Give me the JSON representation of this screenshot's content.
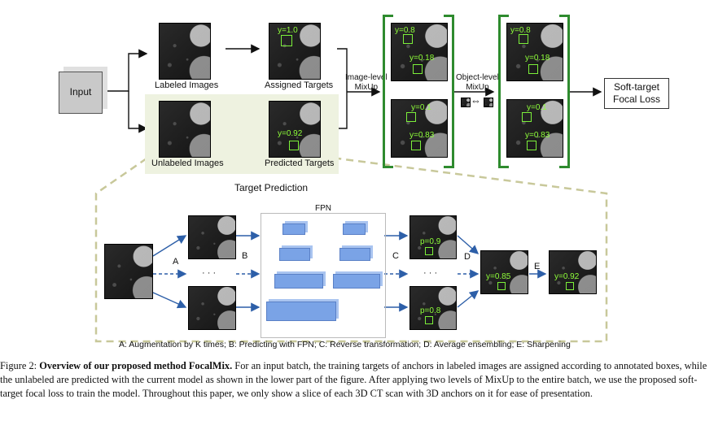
{
  "figure": {
    "input_label": "Input",
    "labeled_images": "Labeled Images",
    "assigned_targets": "Assigned Targets",
    "unlabeled_images": "Unlabeled Images",
    "predicted_targets": "Predicted Targets",
    "image_level_mixup": "Image-level\nMixUp",
    "object_level_mixup": "Object-level\nMixUp",
    "swap_symbol": "⇔",
    "loss_label": "Soft-target\nFocal Loss",
    "target_prediction": "Target Prediction",
    "fpn_label": "FPN",
    "y_labels": {
      "assigned": "y=1.0",
      "predicted": "y=0.92",
      "mix1_a": "y=0.8",
      "mix1_b": "y=0.18",
      "mix1_c": "y=0.1",
      "mix1_d": "y=0.83",
      "mix2_a": "y=0.8",
      "mix2_b": "y=0.18",
      "mix2_c": "y=0.1",
      "mix2_d": "y=0.83",
      "avg": "y=0.85",
      "sharp": "y=0.92"
    },
    "p_labels": {
      "top": "p=0.9",
      "bottom": "p=0.8"
    },
    "step_letters": {
      "a": "A",
      "b": "B",
      "c": "C",
      "d": "D",
      "e": "E"
    },
    "ellipsis": "· · ·",
    "legend": "A: Augmentation by K times; B: Predicting with FPN; C: Reverse transformation; D: Average ensembling; E: Sharpening"
  },
  "caption": {
    "prefix": "Figure 2: ",
    "bold": "Overview of our proposed method FocalMix.",
    "text": " For an input batch, the training targets of anchors in labeled images are assigned according to annotated boxes, while the unlabeled are predicted with the current model as shown in the lower part of the figure.  After applying two levels of MixUp to the entire batch, we use the proposed soft-target focal loss to train the model. Throughout this paper, we only show a slice of each 3D CT scan with 3D anchors on it for ease of presentation."
  },
  "colors": {
    "green_box": "#7cf03a",
    "bracket": "#2e8b2e",
    "fpn_blue": "#7aa3e6",
    "dashed": "#c8c89a",
    "arrow_blue": "#2d5fa8"
  }
}
